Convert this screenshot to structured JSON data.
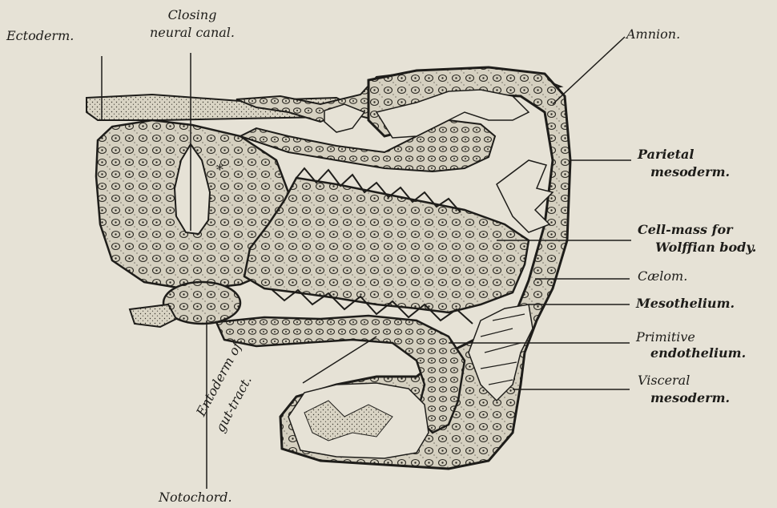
{
  "labels": {
    "ectoderm": "Ectoderm.",
    "closing_1": "Closing",
    "closing_2": "neural canal.",
    "amnion": "Amnion.",
    "parietal_1": "Parietal",
    "parietal_2": "mesoderm.",
    "cellmass_1": "Cell-mass for",
    "cellmass_2": "Wolffian body.",
    "coelom": "Cælom.",
    "mesothelium": "Mesothelium.",
    "primitive_1": "Primitive",
    "primitive_2": "endothelium.",
    "visceral_1": "Visceral",
    "visceral_2": "mesoderm.",
    "entoderm_1": "Entoderm of",
    "entoderm_2": "gut-tract.",
    "notochord": "Notochord."
  },
  "colors": {
    "background": "#e6e2d6",
    "ink": "#1e1d1a",
    "tissue": "#d9d4c4"
  }
}
